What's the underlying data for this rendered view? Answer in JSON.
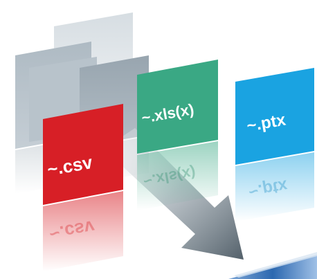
{
  "tiles": [
    {
      "id": "csv",
      "label": "~.csv",
      "color": "#d71f26"
    },
    {
      "id": "xls",
      "label": "~.xls(x)",
      "color": "#3aa884"
    },
    {
      "id": "ptx",
      "label": "~.ptx",
      "color": "#1aa3e1"
    }
  ],
  "colors": {
    "back_sheets": "#b7c1c9",
    "mid_sheet": "#9aa6b0",
    "arrow": "#7f8b94",
    "device": "#2f6fb5"
  },
  "icons": [
    "arrow-icon",
    "document-sheet-icon",
    "device-edge-icon"
  ]
}
